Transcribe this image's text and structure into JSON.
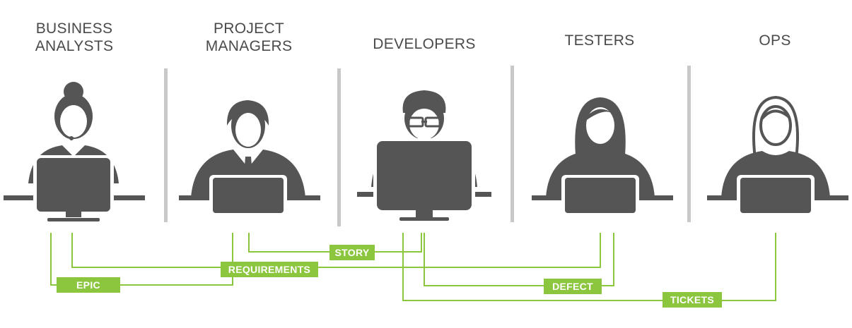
{
  "colors": {
    "figure": "#555555",
    "accent": "#8cc63f",
    "divider": "#c8c8c8",
    "title": "#4a4a4a"
  },
  "roles": [
    {
      "id": "business-analysts",
      "title": "BUSINESS\nANALYSTS",
      "icon": "headset-woman-monitor-icon"
    },
    {
      "id": "project-managers",
      "title": "PROJECT\nMANAGERS",
      "icon": "businessman-laptop-icon"
    },
    {
      "id": "developers",
      "title": "DEVELOPERS",
      "icon": "developer-glasses-monitor-icon"
    },
    {
      "id": "testers",
      "title": "TESTERS",
      "icon": "woman-laptop-icon"
    },
    {
      "id": "ops",
      "title": "OPS",
      "icon": "woman-outline-laptop-icon"
    }
  ],
  "flows": [
    {
      "id": "story",
      "label": "STORY"
    },
    {
      "id": "requirements",
      "label": "REQUIREMENTS"
    },
    {
      "id": "epic",
      "label": "EPIC"
    },
    {
      "id": "defect",
      "label": "DEFECT"
    },
    {
      "id": "tickets",
      "label": "TICKETS"
    }
  ]
}
